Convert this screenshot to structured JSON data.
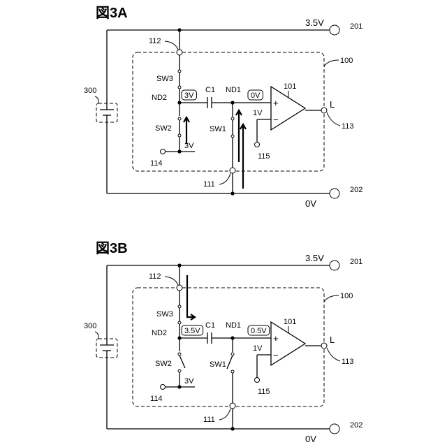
{
  "panels": [
    {
      "title": "図3A",
      "vdd_label": "3.5V",
      "vdd_terminal": "201",
      "gnd_label": "0V",
      "gnd_terminal": "202",
      "supply_ref": "300",
      "circuit_ref": "100",
      "node_112": "112",
      "node_111": "111",
      "node_114": "114",
      "node_115": "115",
      "sw3": "SW3",
      "sw2": "SW2",
      "sw1": "SW1",
      "nd2": "ND2",
      "nd1": "ND1",
      "c1": "C1",
      "nd2_voltage": "3V",
      "nd1_voltage": "0V",
      "ref_voltage": "1V",
      "node_114_voltage": "3V",
      "amp_ref": "101",
      "amp_plus": "+",
      "amp_minus": "−",
      "output_label": "L",
      "output_terminal": "113"
    },
    {
      "title": "図3B",
      "vdd_label": "3.5V",
      "vdd_terminal": "201",
      "gnd_label": "0V",
      "gnd_terminal": "202",
      "supply_ref": "300",
      "circuit_ref": "100",
      "node_112": "112",
      "node_111": "111",
      "node_114": "114",
      "node_115": "115",
      "sw3": "SW3",
      "sw2": "SW2",
      "sw1": "SW1",
      "nd2": "ND2",
      "nd1": "ND1",
      "c1": "C1",
      "nd2_voltage": "3.5V",
      "nd1_voltage": "0.5V",
      "ref_voltage": "1V",
      "node_114_voltage": "3V",
      "amp_ref": "101",
      "amp_plus": "+",
      "amp_minus": "−",
      "output_label": "L",
      "output_terminal": "113"
    }
  ],
  "switch_states": [
    {
      "sw3": "closed",
      "sw2": "closed",
      "sw1": "closed"
    },
    {
      "sw3": "closed",
      "sw2": "open",
      "sw1": "open"
    }
  ],
  "current_arrows": [
    [
      "sw2-up",
      "sw1-up",
      "node111-up"
    ],
    [
      "sw3-down"
    ]
  ]
}
